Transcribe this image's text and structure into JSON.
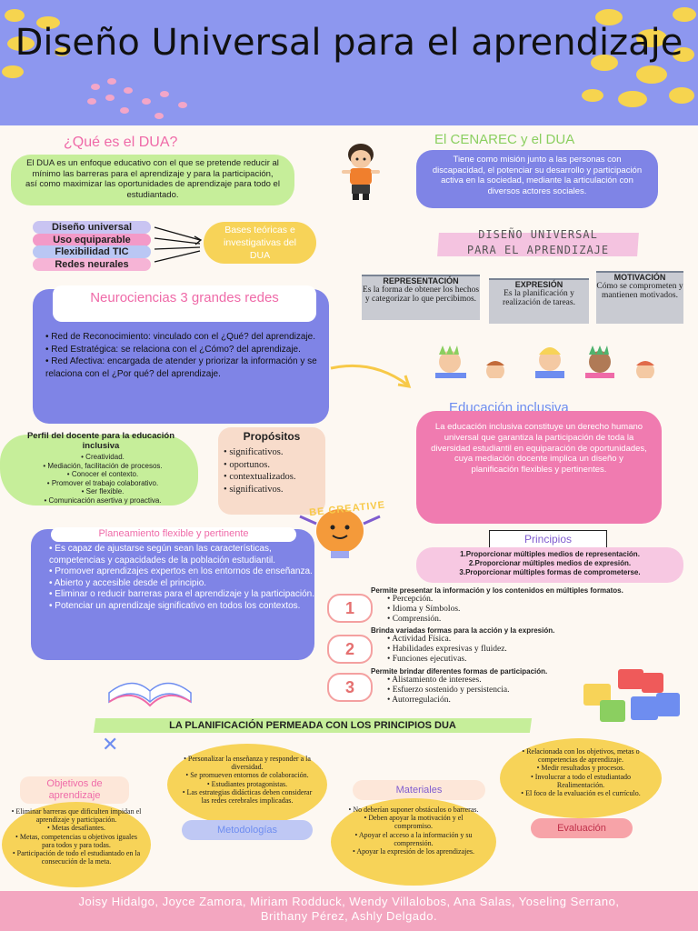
{
  "header": {
    "title": "Diseño Universal para el aprendizaje"
  },
  "que_es": {
    "heading": "¿Qué es el DUA?",
    "body": "El DUA es un enfoque educativo con el que se pretende reducir al mínimo las barreras para el aprendizaje y para la participación, así como maximizar las oportunidades de aprendizaje para todo el estudiantado."
  },
  "cenareg": {
    "heading": "El CENAREC y el DUA",
    "body": "Tiene como misión junto a las personas con discapacidad, el potenciar su desarrollo y participación activa en la sociedad, mediante la articulación con diversos actores sociales."
  },
  "bases": {
    "items": [
      "Diseño universal",
      "Uso equiparable",
      "Flexibilidad TIC",
      "Redes neurales"
    ],
    "label": "Bases teóricas e investigativas del DUA"
  },
  "dua_banner": {
    "line1": "DISEÑO UNIVERSAL",
    "line2": "PARA EL APRENDIZAJE"
  },
  "pillars": [
    {
      "title": "REPRESENTACIÓN",
      "body": "Es la forma de obtener los hechos y categorizar lo que percibimos."
    },
    {
      "title": "EXPRESIÓN",
      "body": "Es la planificación y realización de tareas."
    },
    {
      "title": "MOTIVACIÓN",
      "body": "Cómo se comprometen y mantienen motivados."
    }
  ],
  "neuro": {
    "heading": "Neurociencias 3 grandes redes",
    "items": [
      "Red de Reconocimiento: vinculado con el ¿Qué? del aprendizaje.",
      "Red Estratégica: se relaciona con el ¿Cómo? del aprendizaje.",
      "Red Afectiva: encargada de atender y priorizar la información y se relaciona con el ¿Por qué? del aprendizaje."
    ]
  },
  "inclusiva": {
    "heading": "Educación inclusiva",
    "body": "La educación inclusiva constituye un derecho humano universal que garantiza la participación de toda la diversidad estudiantil en equiparación de oportunidades, cuya mediación docente implica un diseño y planificación flexibles y pertinentes."
  },
  "perfil": {
    "heading": "Perfil del docente para la educación inclusiva",
    "items": [
      "Creatividad.",
      "Mediación, facilitación de procesos.",
      "Conocer el contexto.",
      "Promover el trabajo colaborativo.",
      "Ser flexible.",
      "Comunicación asertiva y proactiva."
    ]
  },
  "propositos": {
    "heading": "Propósitos",
    "items": [
      "significativos.",
      "oportunos.",
      "contextualizados.",
      "significativos."
    ]
  },
  "creative": {
    "text": "BE CREATIVE"
  },
  "planeamiento": {
    "heading": "Planeamiento flexible y pertinente",
    "items": [
      "Es capaz de ajustarse según sean las características, competencias y capacidades de la población estudiantil.",
      "Promover aprendizajes expertos en los entornos de enseñanza.",
      "Abierto y accesible desde el principio.",
      "Eliminar o reducir barreras para el aprendizaje y la participación.",
      "Potenciar un aprendizaje significativo en todos los contextos."
    ]
  },
  "principios": {
    "heading": "Principios",
    "items": [
      "1.Proporcionar múltiples medios de representación.",
      "2.Proporcionar múltiples medios de expresión.",
      "3.Proporcionar múltiples formas de comprometerse."
    ]
  },
  "numbered": [
    {
      "num": "1",
      "title": "Permite presentar la información y los contenidos en múltiples formatos.",
      "items": [
        "Percepción.",
        "Idioma y Símbolos.",
        "Comprensión."
      ]
    },
    {
      "num": "2",
      "title": "Brinda variadas formas para la acción y la expresión.",
      "items": [
        "Actividad Física.",
        "Habilidades expresivas y fluidez.",
        "Funciones ejecutivas."
      ]
    },
    {
      "num": "3",
      "title": "Permite brindar diferentes formas de participación.",
      "items": [
        "Alistamiento de intereses.",
        "Esfuerzo sostenido y persistencia.",
        "Autorregulación."
      ]
    }
  ],
  "planificacion": {
    "heading": "LA PLANIFICACIÓN PERMEADA CON LOS PRINCIPIOS DUA"
  },
  "objetivos": {
    "label": "Objetivos de aprendizaje",
    "items": [
      "Eliminar barreras que dificulten impidan el aprendizaje y participación.",
      "Metas desafiantes.",
      "Metas, competencias u objetivos iguales para todos y para todas.",
      "Participación de todo el estudiantado en la consecución de la meta."
    ]
  },
  "metodologias": {
    "label": "Metodologías",
    "items": [
      "Personalizar la enseñanza y responder a la diversidad.",
      "Se promueven entornos de colaboración.",
      "Estudiantes protagonistas.",
      "Las estrategias didácticas deben considerar las redes cerebrales implicadas."
    ]
  },
  "materiales": {
    "label": "Materiales",
    "items": [
      "No deberían suponer obstáculos o barreras.",
      "Deben apoyar la motivación y el compromiso.",
      "Apoyar el acceso a la información y su comprensión.",
      "Apoyar la expresión de los aprendizajes."
    ]
  },
  "evaluacion": {
    "label": "Evaluación",
    "items": [
      "Relacionada con los objetivos, metas o competencias de aprendizaje.",
      "Medir resultados y procesos.",
      "Involucrar a todo el estudiantado Realimentación.",
      "El foco de la evaluación es el currículo."
    ]
  },
  "footer": {
    "authors": "Joisy Hidalgo, Joyce Zamora, Miriam Rodduck, Wendy Villalobos, Ana Salas, Yoseling Serrano, Brithany Pérez, Ashly Delgado."
  },
  "colors": {
    "header": "#8d97ef",
    "purple_card": "#7f84e6",
    "pink": "#f07bb0",
    "yellow": "#f7d358",
    "green": "#c6ee9a",
    "footer": "#f3a6c0"
  }
}
